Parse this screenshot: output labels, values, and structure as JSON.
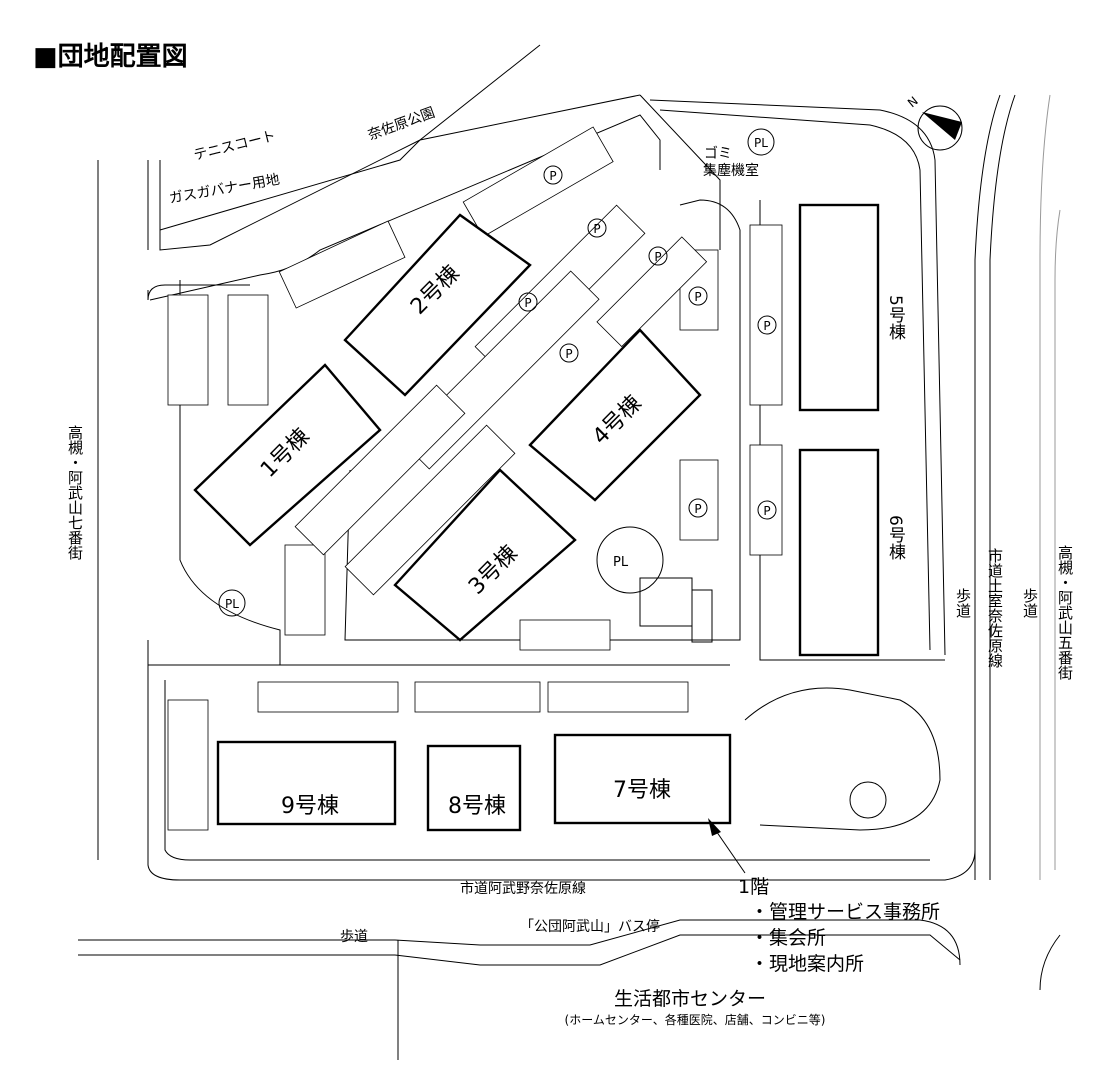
{
  "title": "■団地配置図",
  "compass": {
    "label": "N"
  },
  "areas": {
    "tennis": "テニスコート",
    "park": "奈佐原公園",
    "gas": "ガスガバナー用地",
    "garbage_1": "ゴミ",
    "garbage_2": "集塵機室",
    "center": "生活都市センター",
    "center_sub": "(ホームセンター、各種医院、店舗、コンビニ等)"
  },
  "buildings": {
    "b1": "1号棟",
    "b2": "2号棟",
    "b3": "3号棟",
    "b4": "4号棟",
    "b5": "5号棟",
    "b6": "6号棟",
    "b7": "7号棟",
    "b8": "8号棟",
    "b9": "9号棟"
  },
  "markers": {
    "parking": "P",
    "playlot": "PL"
  },
  "roads": {
    "left_street": "高槻・阿武山七番街",
    "right_street": "高槻・阿武山五番街",
    "right_road": "市道土室奈佐原線",
    "sidewalk": "歩道",
    "bottom_road": "市道阿武野奈佐原線",
    "bus_stop": "「公団阿武山」バス停"
  },
  "callout": {
    "floor": "1階",
    "items": [
      "・管理サービス事務所",
      "・集会所",
      "・現地案内所"
    ]
  }
}
